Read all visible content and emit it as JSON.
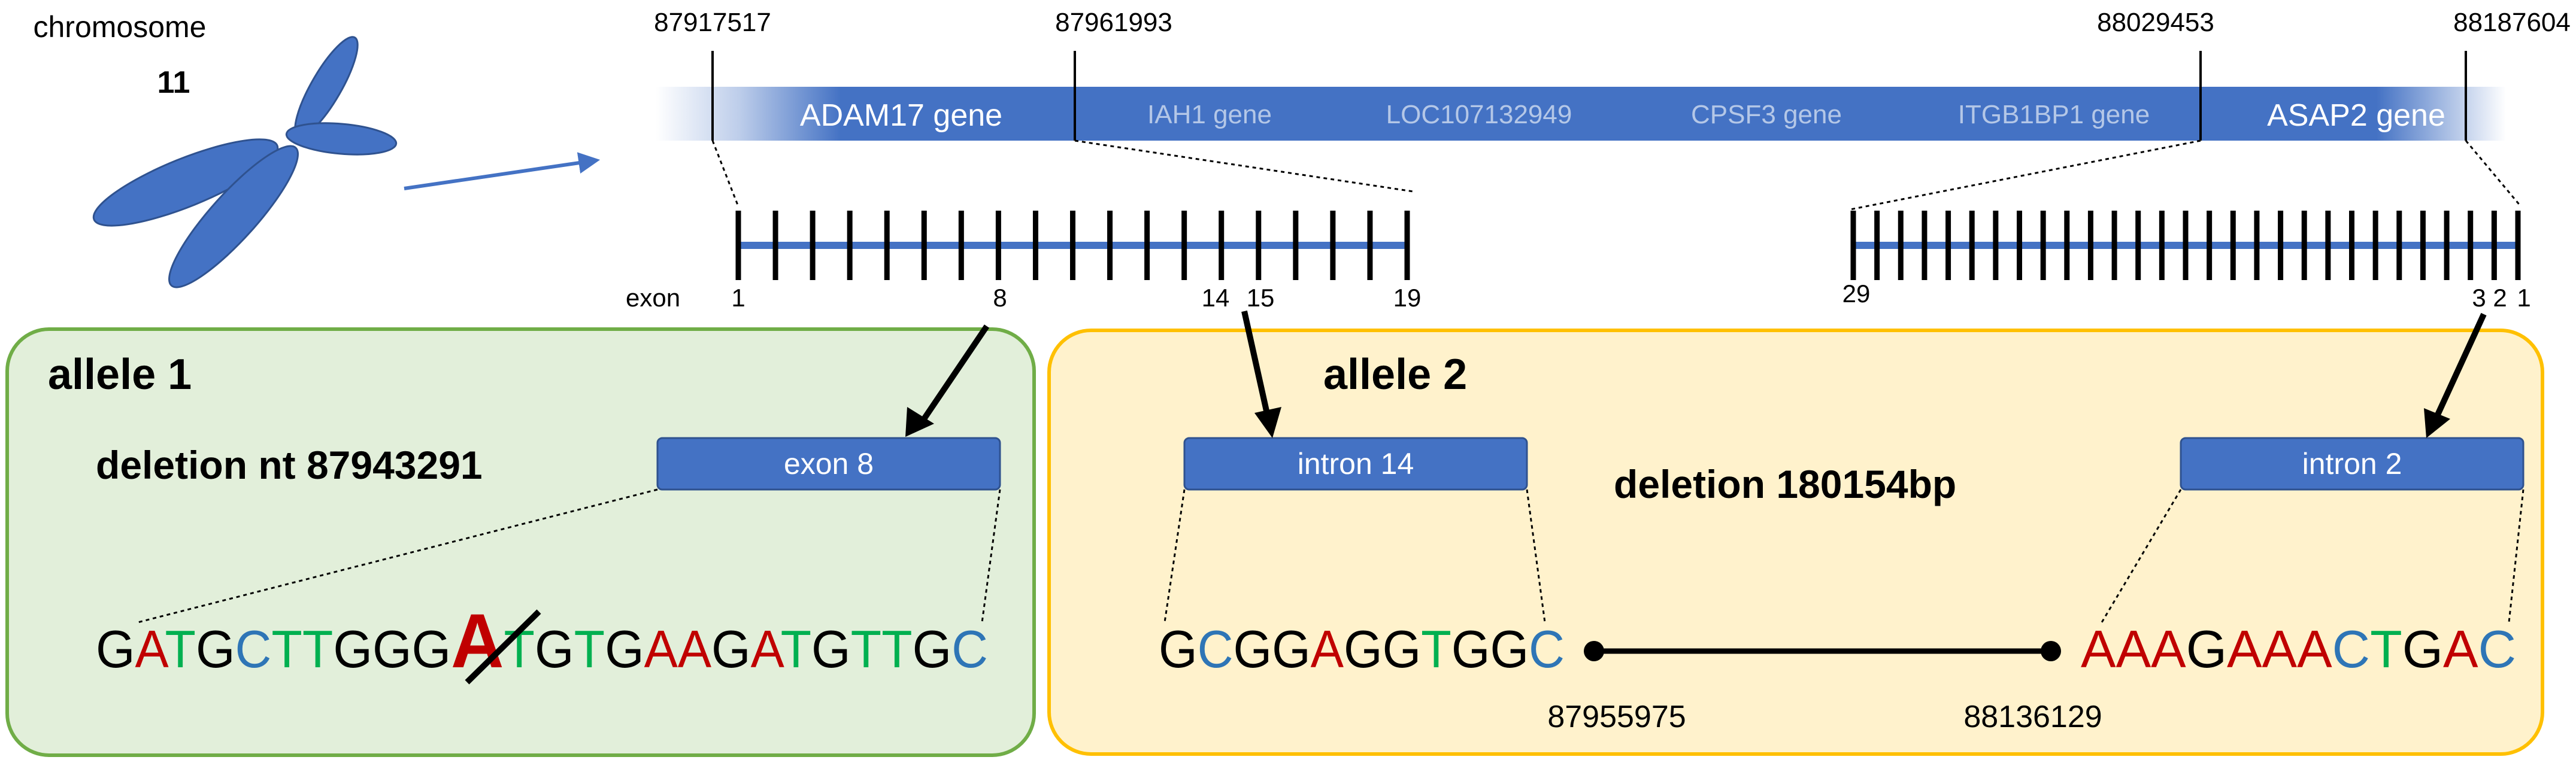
{
  "colors": {
    "gene_bar": "#4472c4",
    "allele1_fill": "#e2efda",
    "allele1_border": "#70ad47",
    "allele2_fill": "#fff2cc",
    "allele2_border": "#ffc000",
    "base_A": "#c00000",
    "base_T": "#00b050",
    "base_C": "#2e75b6",
    "base_G": "#000000"
  },
  "chromosome": {
    "label_line1": "chromosome",
    "label_line2": "11"
  },
  "gene_bar": {
    "positions": [
      "87917517",
      "87961993",
      "88029453",
      "88187604"
    ],
    "genes": [
      "ADAM17 gene",
      "IAH1 gene",
      "LOC107132949",
      "CPSF3 gene",
      "ITGB1BP1 gene",
      "ASAP2 gene"
    ]
  },
  "exon_map": {
    "prefix": "exon",
    "left_labels": [
      "1",
      "8",
      "14",
      "15",
      "19"
    ],
    "right_labels": [
      "29",
      "3",
      "2",
      "1"
    ]
  },
  "allele1": {
    "title": "allele 1",
    "deletion_label": "deletion nt 87943291",
    "region_label": "exon 8",
    "sequence": "GATGCTTGGGATGTGAAGATGTTGC",
    "deleted_index": 10
  },
  "allele2": {
    "title": "allele 2",
    "deletion_label": "deletion 180154bp",
    "left_region_label": "intron 14",
    "right_region_label": "intron 2",
    "left_sequence": "GCGGAGGTGGC",
    "right_sequence": "AAAGAAACTGAC",
    "left_breakpoint": "87955975",
    "right_breakpoint": "88136129"
  }
}
